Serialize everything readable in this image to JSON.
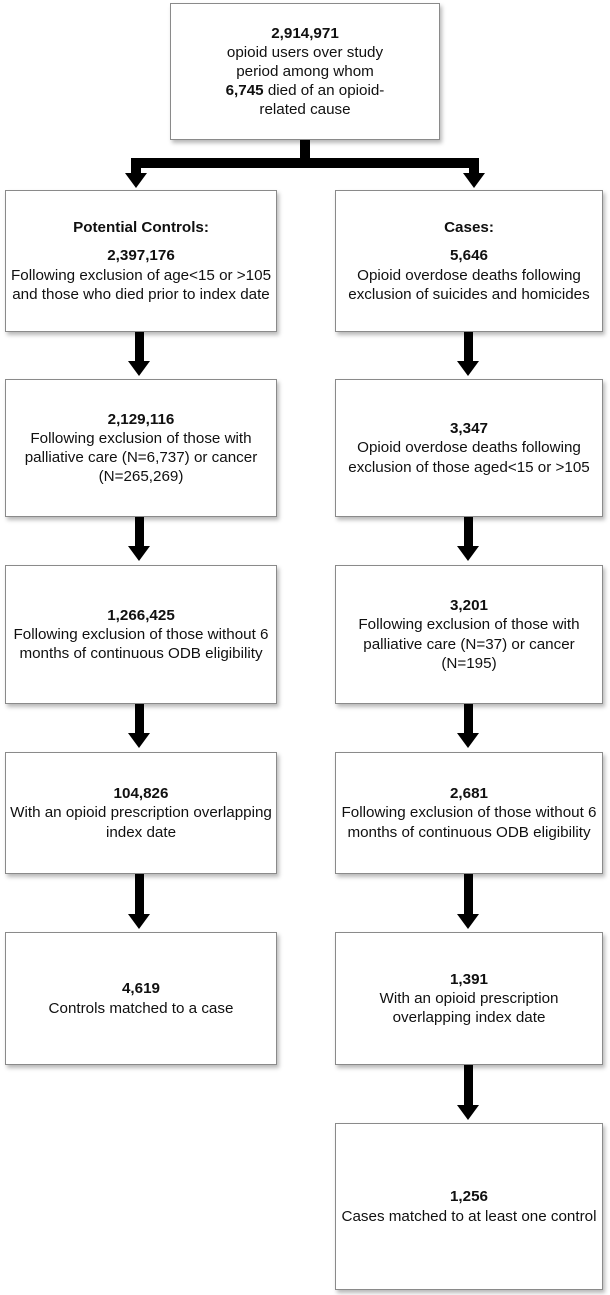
{
  "figure": {
    "type": "flowchart",
    "title": "",
    "style": {
      "box_fill": "#ffffff",
      "box_border": "#8a8a8a",
      "arrow_color": "#000000",
      "text_color": "#101010"
    }
  },
  "nodes": {
    "cohort": {
      "number": "2,914,971",
      "line1": "opioid users over study",
      "line2": "period among whom",
      "inline_number": "6,745",
      "line3_after": " died of an opioid-",
      "line4": "related cause"
    },
    "controls_1": {
      "header": "Potential Controls:",
      "number": "2,397,176",
      "desc": "Following exclusion of age<15 or >105 and those who died prior to index date"
    },
    "controls_2": {
      "number": "2,129,116",
      "desc": "Following exclusion of those with palliative care (N=6,737) or cancer (N=265,269)"
    },
    "controls_3": {
      "number": "1,266,425",
      "desc": "Following exclusion of those without 6 months of continuous ODB eligibility"
    },
    "controls_4": {
      "number": "104,826",
      "desc": "With an opioid prescription overlapping index date"
    },
    "controls_5": {
      "number": "4,619",
      "desc": "Controls matched to a case"
    },
    "cases_1": {
      "header": "Cases:",
      "number": "5,646",
      "desc": "Opioid overdose deaths following exclusion of suicides and homicides"
    },
    "cases_2": {
      "number": "3,347",
      "desc": "Opioid overdose deaths following exclusion of those aged<15 or >105"
    },
    "cases_3": {
      "number": "3,201",
      "desc": "Following exclusion of those with palliative care (N=37) or cancer (N=195)"
    },
    "cases_4": {
      "number": "2,681",
      "desc": "Following exclusion of those without 6 months of continuous ODB eligibility"
    },
    "cases_5": {
      "number": "1,391",
      "desc": "With an opioid prescription overlapping index date"
    },
    "cases_6": {
      "number": "1,256",
      "desc": "Cases matched to at least one control"
    }
  },
  "connectors": [
    {
      "name": "cohort-split",
      "from": "cohort",
      "to": [
        "controls_1",
        "cases_1"
      ],
      "shape": "tee-split-down"
    },
    {
      "name": "controls-1-to-2",
      "from": "controls_1",
      "to": "controls_2",
      "shape": "straight-down"
    },
    {
      "name": "controls-2-to-3",
      "from": "controls_2",
      "to": "controls_3",
      "shape": "straight-down"
    },
    {
      "name": "controls-3-to-4",
      "from": "controls_3",
      "to": "controls_4",
      "shape": "straight-down"
    },
    {
      "name": "controls-4-to-5",
      "from": "controls_4",
      "to": "controls_5",
      "shape": "straight-down"
    },
    {
      "name": "cases-1-to-2",
      "from": "cases_1",
      "to": "cases_2",
      "shape": "straight-down"
    },
    {
      "name": "cases-2-to-3",
      "from": "cases_2",
      "to": "cases_3",
      "shape": "straight-down"
    },
    {
      "name": "cases-3-to-4",
      "from": "cases_3",
      "to": "cases_4",
      "shape": "straight-down"
    },
    {
      "name": "cases-4-to-5",
      "from": "cases_4",
      "to": "cases_5",
      "shape": "straight-down"
    },
    {
      "name": "cases-5-to-6",
      "from": "cases_5",
      "to": "cases_6",
      "shape": "straight-down"
    }
  ]
}
